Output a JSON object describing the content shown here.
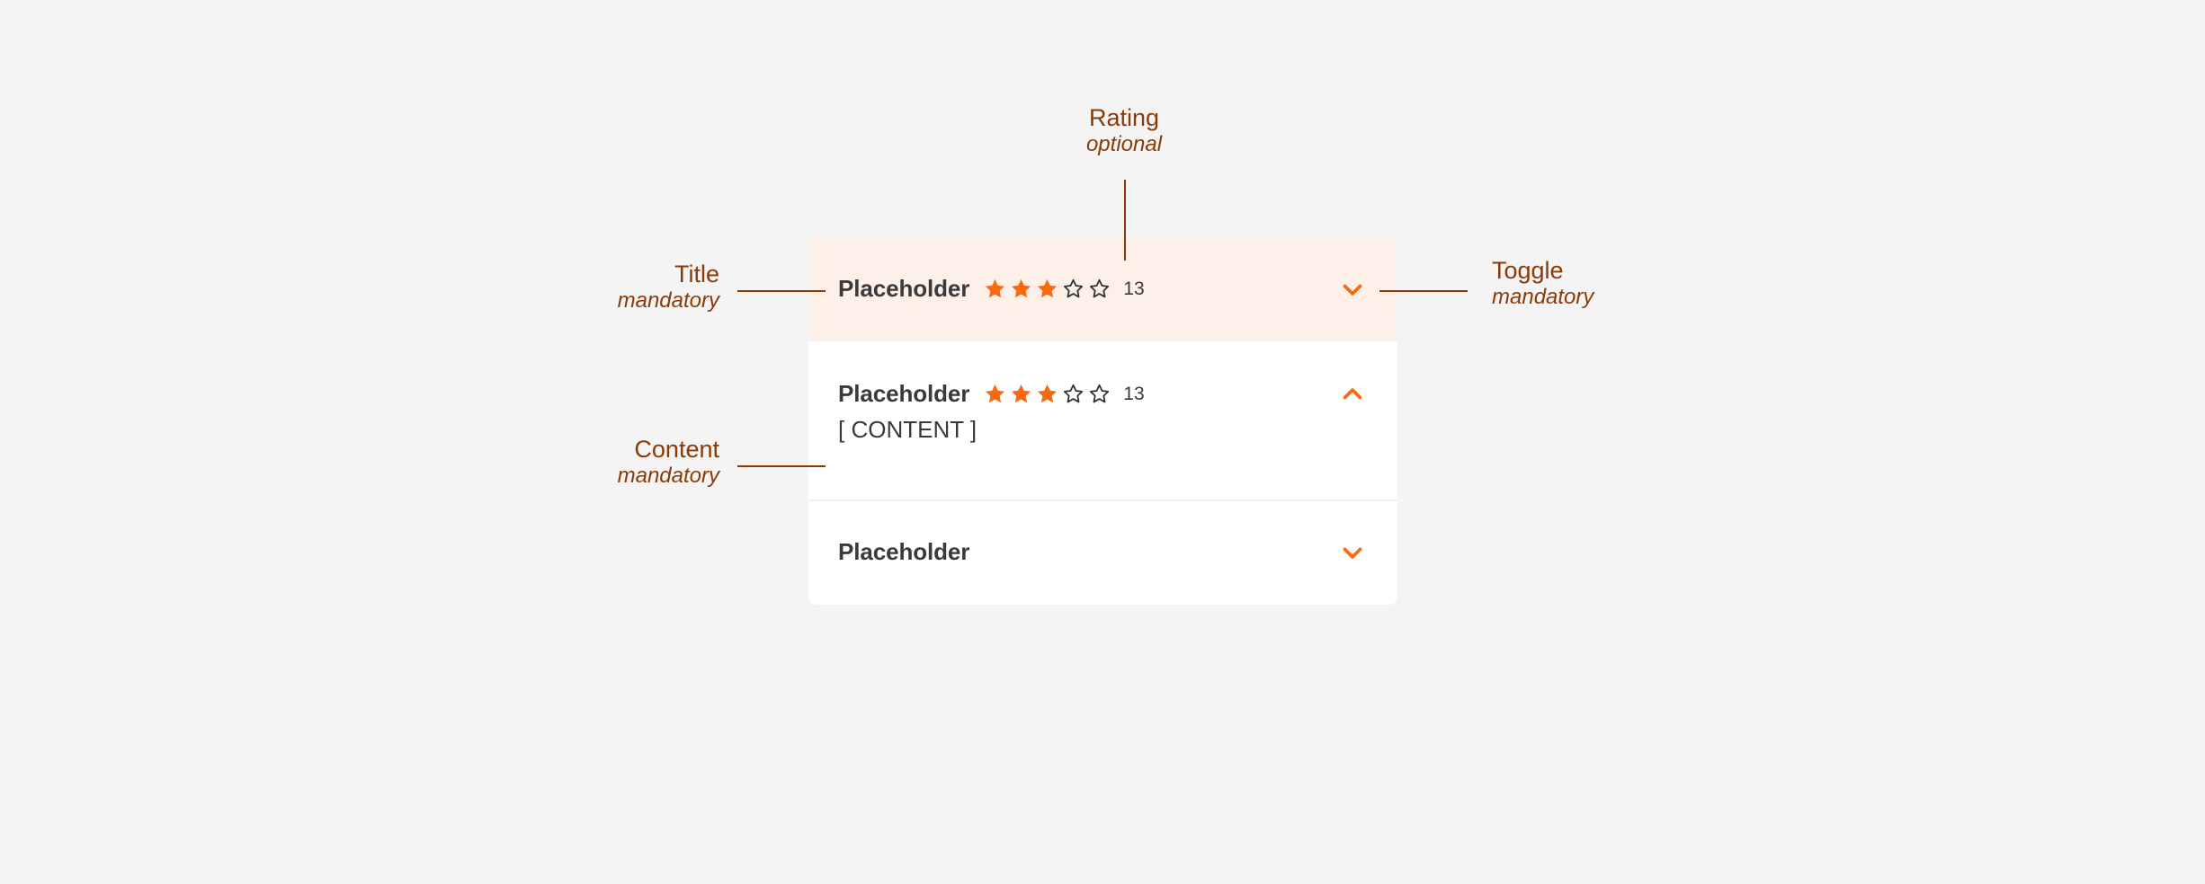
{
  "page": {
    "background_color": "#f4f4f4",
    "component_name": "accordion"
  },
  "theme": {
    "accent_color": "#f96a10",
    "annotation_color": "#8b3a06",
    "title_color": "#3a3a3c",
    "hover_background": "#fdf0e9",
    "card_background": "#ffffff",
    "divider_color": "#f0f0f0"
  },
  "annotations": [
    {
      "id": "rating",
      "label": "Rating",
      "requirement": "optional",
      "align": "center"
    },
    {
      "id": "title",
      "label": "Title",
      "requirement": "mandatory",
      "align": "right"
    },
    {
      "id": "content",
      "label": "Content",
      "requirement": "mandatory",
      "align": "right"
    },
    {
      "id": "toggle",
      "label": "Toggle",
      "requirement": "mandatory",
      "align": "left"
    }
  ],
  "accordion": {
    "sections": [
      {
        "title": "Placeholder",
        "state": "collapsed",
        "hovered": true,
        "toggle_icon": "chevron-down-icon",
        "rating": {
          "value": 3,
          "max": 5,
          "count": "13"
        },
        "content": null
      },
      {
        "title": "Placeholder",
        "state": "expanded",
        "hovered": false,
        "toggle_icon": "chevron-up-icon",
        "rating": {
          "value": 3,
          "max": 5,
          "count": "13"
        },
        "content": "[ CONTENT ]"
      },
      {
        "title": "Placeholder",
        "state": "collapsed",
        "hovered": false,
        "toggle_icon": "chevron-down-icon",
        "rating": null,
        "content": null
      }
    ]
  }
}
